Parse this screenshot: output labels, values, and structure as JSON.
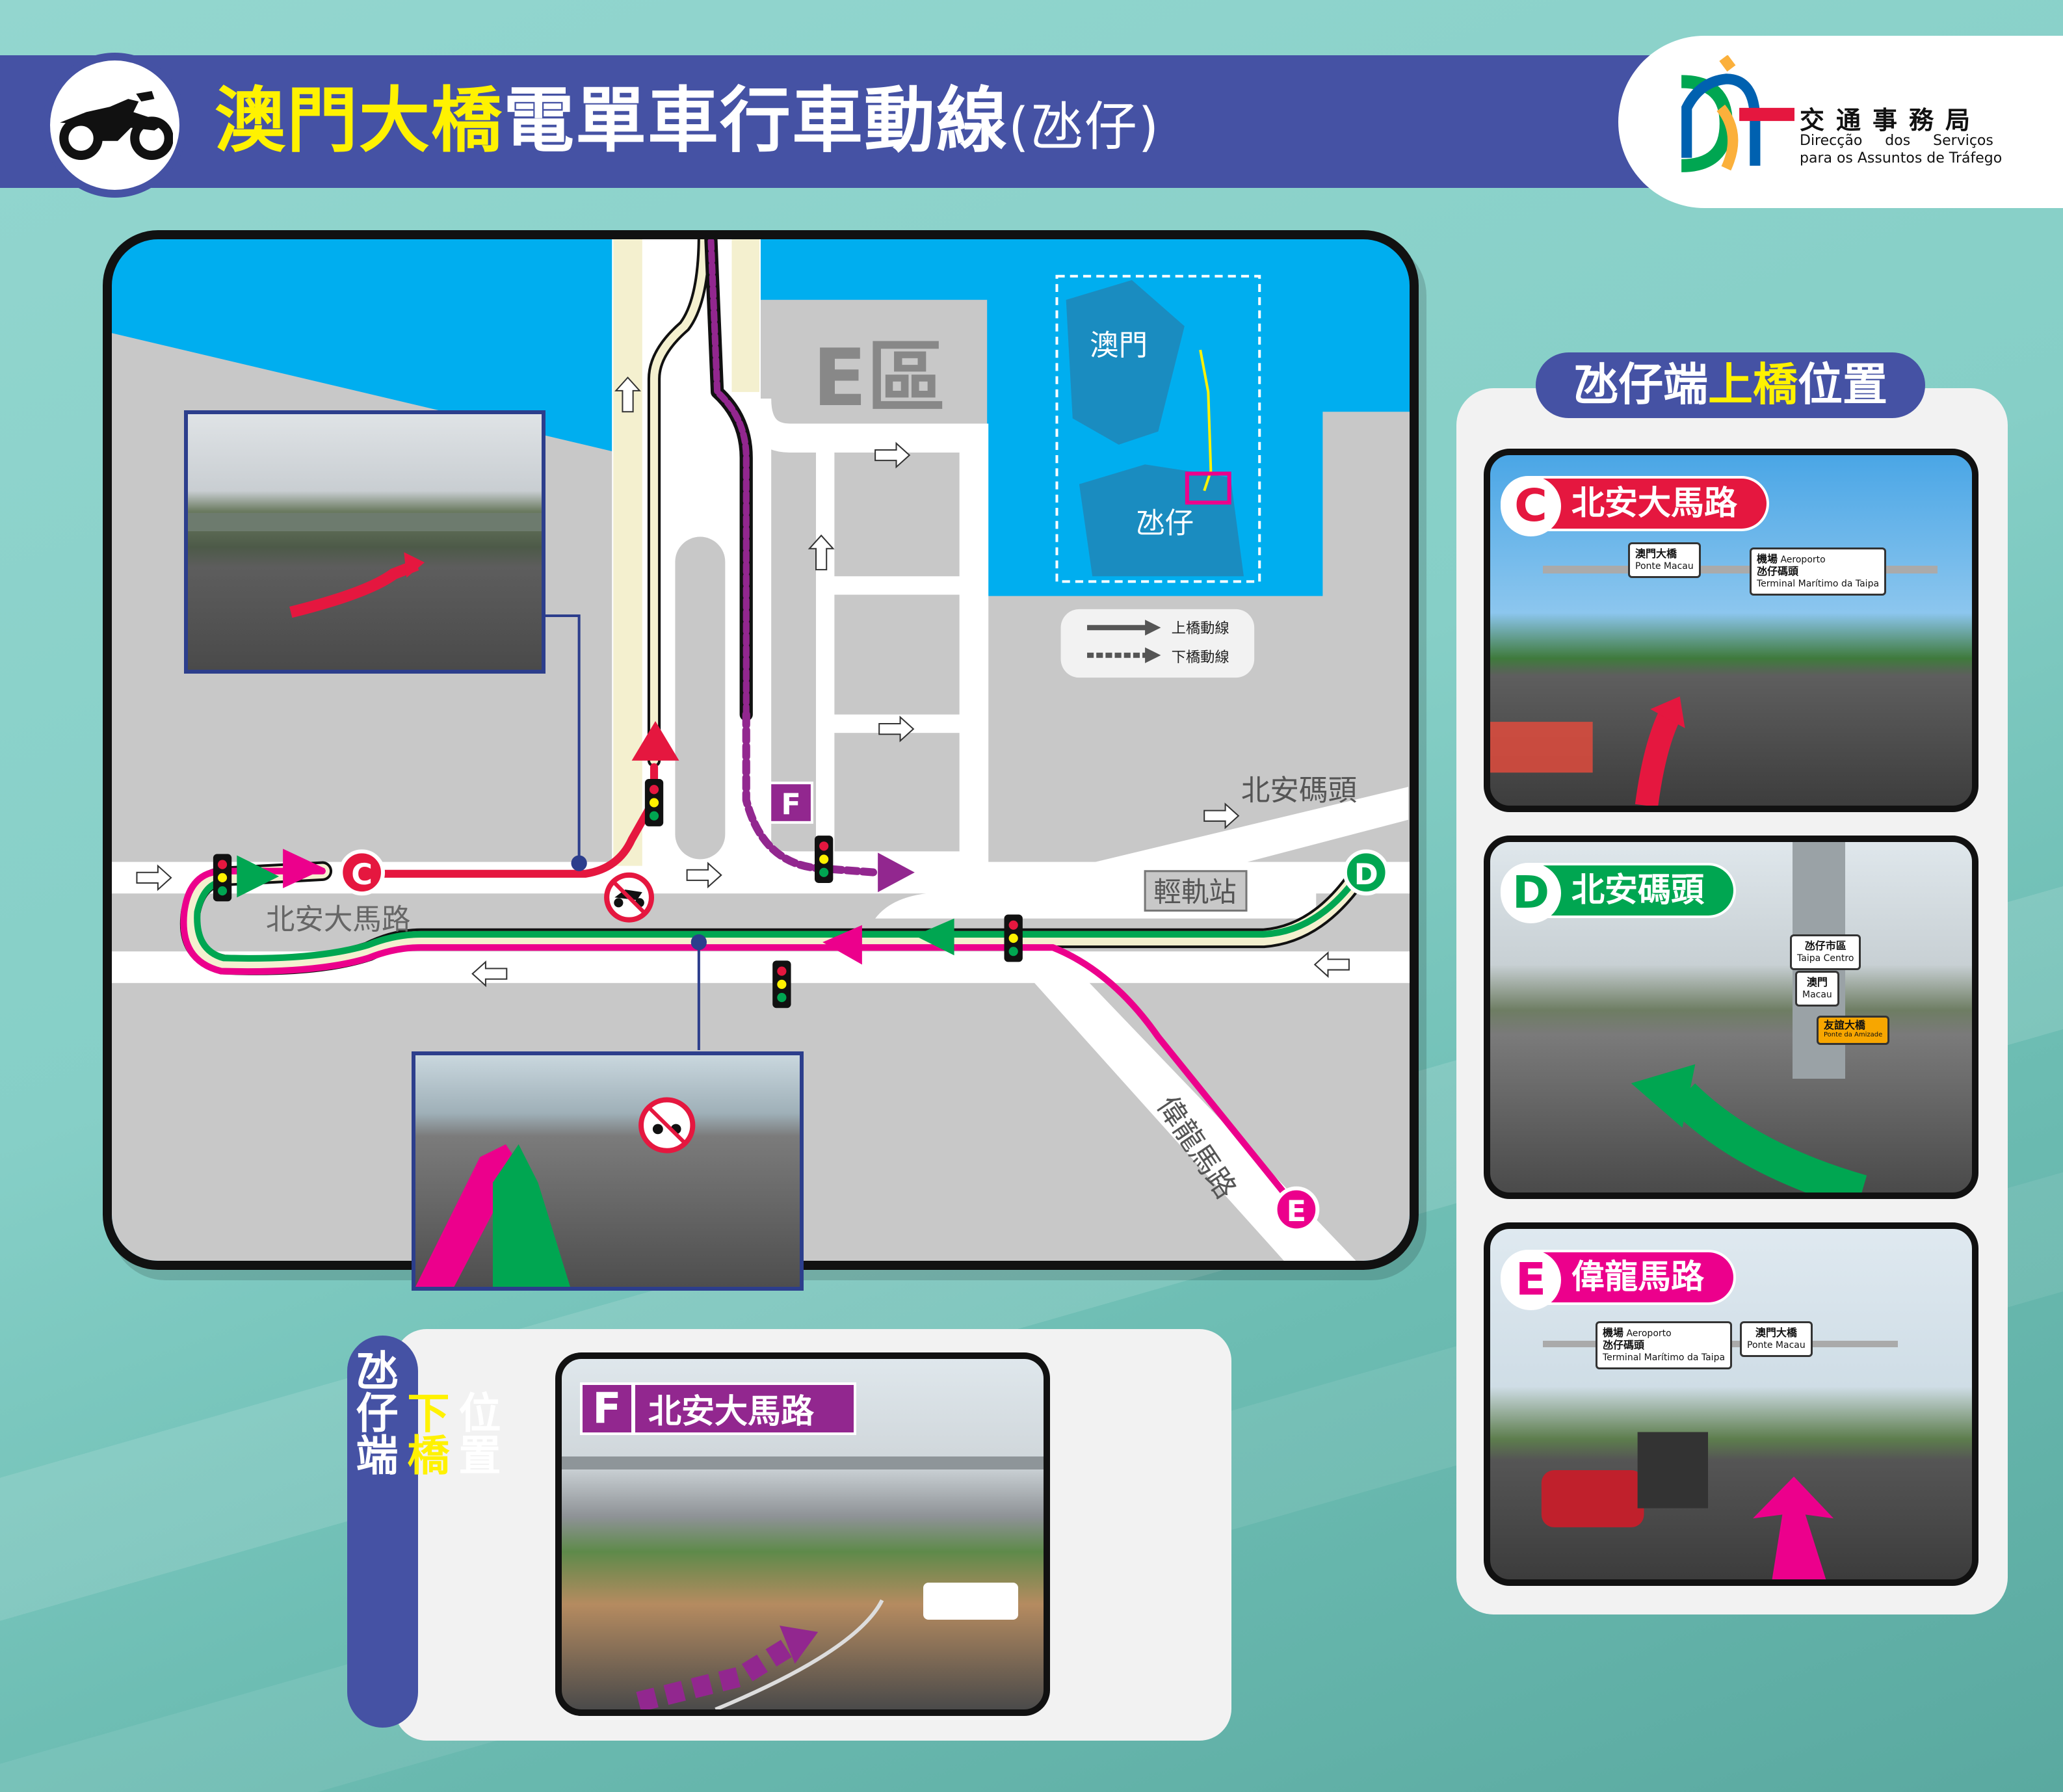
{
  "header": {
    "icon": "motorcycle-icon",
    "title_highlight": "澳門大橋",
    "title_main": "電單車行車動線",
    "title_suffix": "(氹仔)"
  },
  "logo": {
    "name_cn": "交通事務局",
    "name_pt_line1": "Direcção dos Serviços",
    "name_pt_line2": "para os Assuntos de Tráfego"
  },
  "map": {
    "zone_label": "E區",
    "inset_macau": "澳門",
    "inset_taipa": "氹仔",
    "legend": {
      "up_label": "上橋動線",
      "down_label": "下橋動線"
    },
    "labels": {
      "pier": "北安碼頭",
      "lrt": "輕軌站",
      "road_main": "北安大馬路",
      "road_diag": "偉龍馬路"
    },
    "markers": {
      "c": "C",
      "d": "D",
      "e": "E",
      "f": "F"
    }
  },
  "right_panel": {
    "title_pre": "氹仔端",
    "title_highlight": "上橋",
    "title_post": "位置",
    "photos": [
      {
        "letter": "C",
        "label": "北安大馬路",
        "color": "#e5173f",
        "signs": [
          {
            "cn": "澳門大橋",
            "pt": "Ponte Macau"
          },
          {
            "cn": "機場",
            "pt": "Aeroporto",
            "cn2": "氹仔碼頭",
            "pt2": "Terminal Marítimo da Taipa"
          }
        ]
      },
      {
        "letter": "D",
        "label": "北安碼頭",
        "color": "#00a651",
        "signs": [
          {
            "cn": "氹仔市區",
            "pt": "Taipa Centro"
          },
          {
            "cn": "澳門",
            "pt": "Macau"
          },
          {
            "cn": "友誼大橋",
            "pt": "Ponte da Amizade"
          }
        ]
      },
      {
        "letter": "E",
        "label": "偉龍馬路",
        "color": "#ec008c",
        "signs": [
          {
            "cn": "機場",
            "pt": "Aeroporto",
            "cn2": "氹仔碼頭",
            "pt2": "Terminal Marítimo da Taipa"
          },
          {
            "cn": "澳門大橋",
            "pt": "Ponte Macau"
          }
        ]
      }
    ]
  },
  "bottom_panel": {
    "title_pre": "氹仔端",
    "title_highlight": "下橋",
    "title_post": "位置",
    "photo": {
      "letter": "F",
      "label": "北安大馬路",
      "color": "#92278f"
    }
  },
  "colors": {
    "header": "#4552a4",
    "sea": "#00aeef",
    "land": "#c8c8c8",
    "route_green": "#00a651",
    "route_magenta": "#ec008c",
    "route_red": "#e5173f",
    "route_purple": "#92278f",
    "highlight": "#fff200"
  }
}
